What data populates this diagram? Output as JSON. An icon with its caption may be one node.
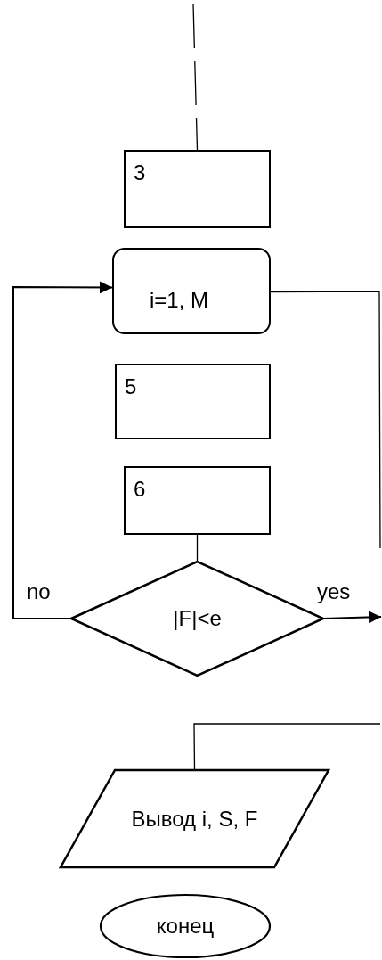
{
  "diagram": {
    "nodes": [
      {
        "text": [
          "3"
        ]
      },
      {
        "text": [
          "i=1, M"
        ]
      },
      {
        "text": [
          "5"
        ]
      },
      {
        "text": [
          "6"
        ]
      },
      {
        "text": [
          "|F|<e"
        ]
      },
      {
        "text": [
          "Вывод i, S, F"
        ]
      },
      {
        "text": [
          "конец"
        ]
      }
    ],
    "edges": [
      {
        "from": null,
        "to": 0,
        "arrow": "none",
        "style": "dashed"
      },
      {
        "from": 3,
        "to": 4,
        "arrow": "none"
      },
      {
        "from": 4,
        "to": 1,
        "arrow": "to",
        "label": "no"
      },
      {
        "from": 4,
        "to": null,
        "arrow": "to",
        "label": "yes"
      },
      {
        "from": 1,
        "to": null,
        "arrow": "none"
      },
      {
        "from": null,
        "to": 5,
        "arrow": "none"
      }
    ]
  }
}
